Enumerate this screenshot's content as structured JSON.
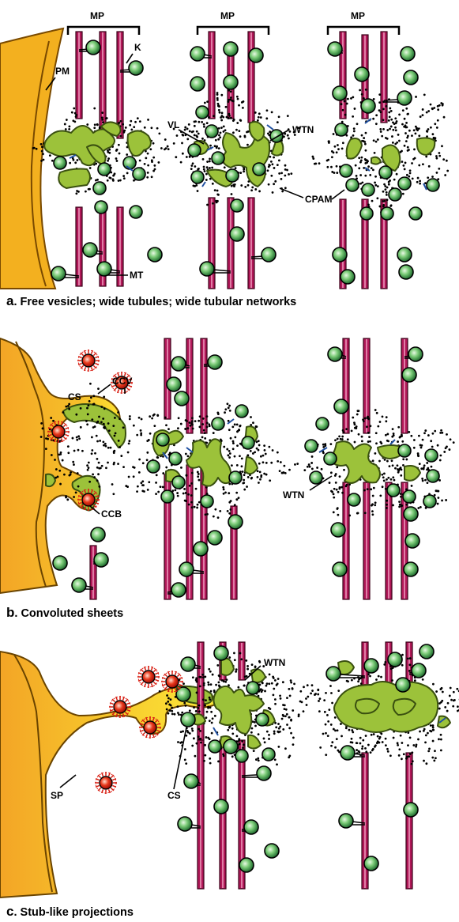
{
  "panel_a": {
    "letter": "a",
    "caption": ". Free vesicles; wide tubules; wide tubular networks",
    "labels": {
      "mp1": "MP",
      "mp2": "MP",
      "mp3": "MP",
      "k": "K",
      "pm": "PM",
      "vl": "VL",
      "wtn": "WTN",
      "cpam": "CPAM",
      "mt": "MT"
    }
  },
  "panel_b": {
    "letter": "b",
    "caption": ". Convoluted sheets",
    "labels": {
      "ccv": "CCV",
      "cs": "CS",
      "ccb": "CCB",
      "wtn": "WTN"
    }
  },
  "panel_c": {
    "letter": "c",
    "caption": ". Stub-like projections",
    "labels": {
      "wtn": "WTN",
      "sp": "SP",
      "cs": "CS"
    }
  },
  "colors": {
    "membrane_fill": "#f0b21e",
    "membrane_stroke": "#8a5a00",
    "microtubule": "#b01858",
    "network_fill": "#9cc23a",
    "network_stroke": "#3a5010",
    "vesicle_outer": "#1e6b2e",
    "vesicle_inner": "#8fd48c",
    "clathrin_red": "#d81e12",
    "linker_blue": "#1f4fa0"
  }
}
